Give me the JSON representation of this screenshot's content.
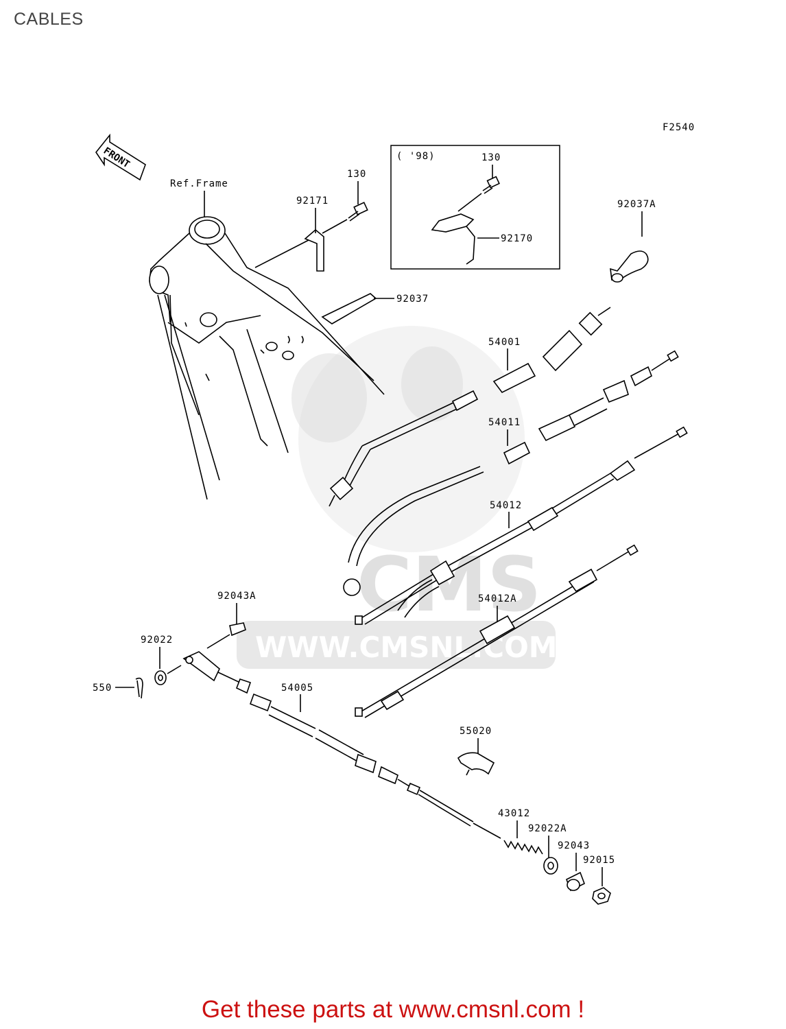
{
  "page": {
    "title": "CABLES",
    "footer": "Get these parts at www.cmsnl.com !"
  },
  "diagram": {
    "code": "F2540",
    "front_label": "FRONT",
    "ref_frame": "Ref.Frame",
    "inset_label": "( '98)",
    "watermark_url": "WWW.CMSNL.COM",
    "watermark_logo": "CMS",
    "parts": {
      "p130": "130",
      "p130b": "130",
      "p92171": "92171",
      "p92170": "92170",
      "p92037A": "92037A",
      "p92037": "92037",
      "p54001": "54001",
      "p54011": "54011",
      "p54012": "54012",
      "p54012A": "54012A",
      "p92043A": "92043A",
      "p92022": "92022",
      "p550": "550",
      "p54005": "54005",
      "p55020": "55020",
      "p43012": "43012",
      "p92022A": "92022A",
      "p92043": "92043",
      "p92015": "92015"
    }
  }
}
